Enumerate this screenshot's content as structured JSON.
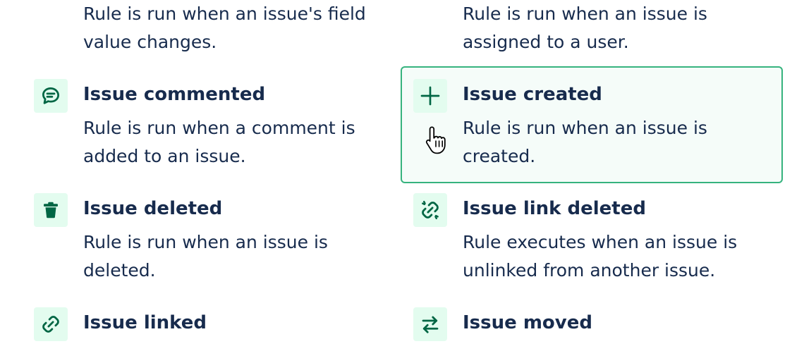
{
  "triggers": {
    "field_value_changed": {
      "desc_line1": "Rule is run when an issue's field",
      "desc_line2": "value changes."
    },
    "issue_assigned": {
      "desc_line1": "Rule is run when an issue is",
      "desc_line2": "assigned to a user."
    },
    "issue_commented": {
      "title": "Issue commented",
      "desc_line1": "Rule is run when a comment is",
      "desc_line2": "added to an issue.",
      "icon": "comment-icon"
    },
    "issue_created": {
      "title": "Issue created",
      "desc_line1": "Rule is run when an issue is",
      "desc_line2": "created.",
      "icon": "plus-icon",
      "selected": true
    },
    "issue_deleted": {
      "title": "Issue deleted",
      "desc_line1": "Rule is run when an issue is",
      "desc_line2": "deleted.",
      "icon": "trash-icon"
    },
    "issue_link_deleted": {
      "title": "Issue link deleted",
      "desc_line1": "Rule executes when an issue is",
      "desc_line2": "unlinked from another issue.",
      "icon": "unlink-icon"
    },
    "issue_linked": {
      "title": "Issue linked",
      "icon": "link-icon"
    },
    "issue_moved": {
      "title": "Issue moved",
      "icon": "swap-arrows-icon"
    }
  },
  "colors": {
    "accent": "#006644",
    "icon_bg": "#e3fcef",
    "selected_border": "#36b37e",
    "selected_bg": "#f5fcf9",
    "text": "#172b4d"
  }
}
